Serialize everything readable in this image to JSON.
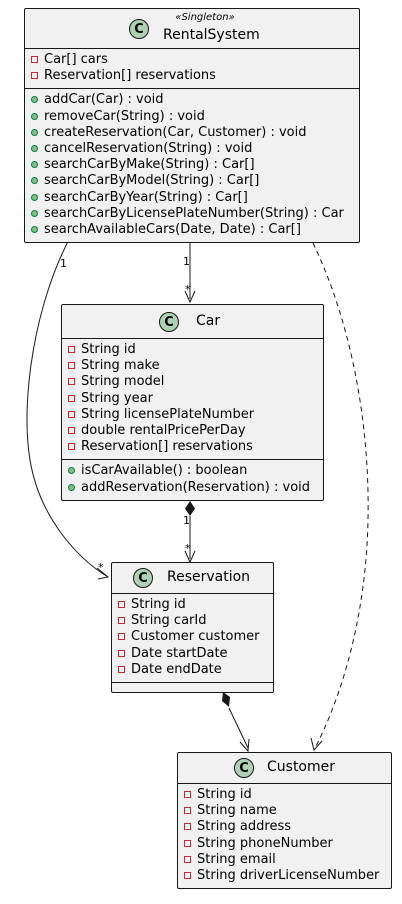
{
  "classes": {
    "rental": {
      "stereotype": "«Singleton»",
      "name": "RentalSystem",
      "icon": "C",
      "attributes": [
        "Car[] cars",
        "Reservation[] reservations"
      ],
      "methods": [
        "addCar(Car) : void",
        "removeCar(String) : void",
        "createReservation(Car, Customer) : void",
        "cancelReservation(String) : void",
        "searchCarByMake(String) : Car[]",
        "searchCarByModel(String) : Car[]",
        "searchCarByYear(String) : Car[]",
        "searchCarByLicensePlateNumber(String) : Car",
        "searchAvailableCars(Date, Date) : Car[]"
      ]
    },
    "car": {
      "name": "Car",
      "icon": "C",
      "attributes": [
        "String id",
        "String make",
        "String model",
        "String year",
        "String licensePlateNumber",
        "double rentalPricePerDay",
        "Reservation[] reservations"
      ],
      "methods": [
        "isCarAvailable() : boolean",
        "addReservation(Reservation) : void"
      ]
    },
    "reservation": {
      "name": "Reservation",
      "icon": "C",
      "attributes": [
        "String id",
        "String carId",
        "Customer customer",
        "Date startDate",
        "Date endDate"
      ],
      "methods": []
    },
    "customer": {
      "name": "Customer",
      "icon": "C",
      "attributes": [
        "String id",
        "String name",
        "String address",
        "String phoneNumber",
        "String email",
        "String driverLicenseNumber"
      ]
    }
  },
  "relations": {
    "rental_car": {
      "from_mult": "1",
      "to_mult": "*"
    },
    "rental_reservation": {
      "from_mult": "1",
      "to_mult": "*"
    },
    "car_reservation": {
      "from_mult": "1",
      "to_mult": "*"
    }
  },
  "colors": {
    "class_fill": "#F1F1F1",
    "border": "#181818",
    "class_icon": "#ADD1B2",
    "private_marker": "#C82930",
    "public_marker": "#84BE84"
  }
}
